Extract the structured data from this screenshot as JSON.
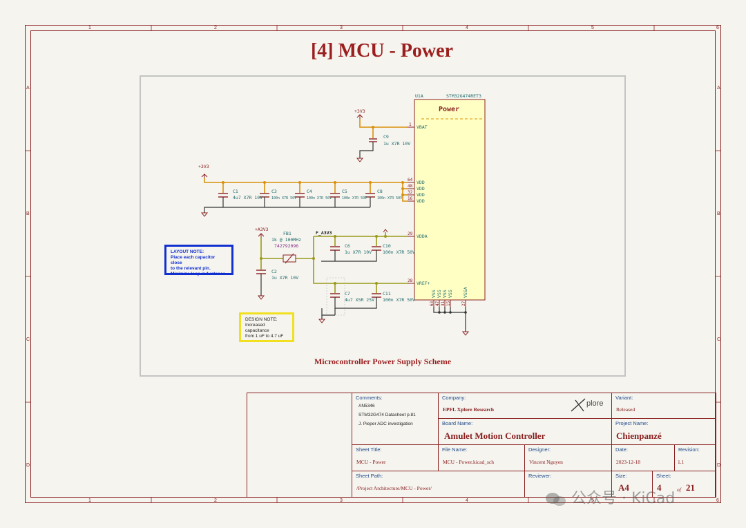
{
  "sheet": {
    "title": "[4] MCU - Power",
    "caption": "Microcontroller Power Supply Scheme",
    "zones": {
      "cols": [
        "1",
        "2",
        "3",
        "4",
        "5",
        "6"
      ],
      "rows": [
        "A",
        "B",
        "C",
        "D"
      ]
    }
  },
  "schematic": {
    "mcu": {
      "ref": "U1A",
      "part": "STM32G474RET3",
      "unit_name": "Power",
      "pins": [
        {
          "num": "1",
          "name": "VBAT"
        },
        {
          "num": "64",
          "name": "VDD"
        },
        {
          "num": "48",
          "name": "VDD"
        },
        {
          "num": "32",
          "name": "VDD"
        },
        {
          "num": "16",
          "name": "VDD"
        },
        {
          "num": "29",
          "name": "VDDA"
        },
        {
          "num": "28",
          "name": "VREF+"
        },
        {
          "num": "63",
          "name": "VSS"
        },
        {
          "num": "47",
          "name": "VSS"
        },
        {
          "num": "31",
          "name": "VSS"
        },
        {
          "num": "15",
          "name": "VSS"
        },
        {
          "num": "27",
          "name": "VSSA"
        }
      ]
    },
    "power_labels": {
      "v3v3_top": "+3V3",
      "v3v3_left": "+3V3",
      "a3v3": "+A3V3",
      "f_a3v3": "F_A3V3"
    },
    "ferrite": {
      "ref": "FB1",
      "value": "1k @ 100MHz",
      "mpn": "742792096"
    },
    "capacitors": {
      "c9": {
        "ref": "C9",
        "value": "1u X7R 10V"
      },
      "c1": {
        "ref": "C1",
        "value": "4u7 X7R 10V"
      },
      "c3": {
        "ref": "C3",
        "value": "100n X7R 50V"
      },
      "c4": {
        "ref": "C4",
        "value": "100n X7R 50V"
      },
      "c5": {
        "ref": "C5",
        "value": "100n X7R 50V"
      },
      "c8": {
        "ref": "C8",
        "value": "100n X7R 50V"
      },
      "c2": {
        "ref": "C2",
        "value": "1u X7R 10V"
      },
      "c6": {
        "ref": "C6",
        "value": "1u X7R 10V"
      },
      "c10": {
        "ref": "C10",
        "value": "100n X7R 50V"
      },
      "c7": {
        "ref": "C7",
        "value": "4u7 X5R 25V"
      },
      "c11": {
        "ref": "C11",
        "value": "100n X7R 50V"
      }
    }
  },
  "notes": {
    "layout": {
      "heading": "LAYOUT NOTE:",
      "lines": [
        "Place each capacitor close",
        "to the relevant pin.",
        "Minimize loop inductance."
      ]
    },
    "design": {
      "heading": "DESIGN NOTE:",
      "lines": [
        "Increased capacitance",
        "from 1 uF to 4.7 uF"
      ]
    }
  },
  "title_block": {
    "comments_label": "Comments:",
    "comments": [
      "AN5346",
      "STM32G474 Datasheet p.81",
      "J. Pieper ADC investigation"
    ],
    "company_label": "Company:",
    "company": "EPFL Xplore Research",
    "logo_text": "plore",
    "variant_label": "Variant:",
    "variant": "Released",
    "board_label": "Board Name:",
    "board": "Amulet Motion Controller",
    "project_label": "Project Name:",
    "project": "Chienpanzé",
    "sheet_title_label": "Sheet Title:",
    "sheet_title": "MCU - Power",
    "file_label": "File Name:",
    "file": "MCU - Power.kicad_sch",
    "designer_label": "Designer:",
    "designer": "Vincent Nguyen",
    "date_label": "Date:",
    "date": "2023-12-18",
    "revision_label": "Revision:",
    "revision": "1.1",
    "path_label": "Sheet Path:",
    "path": "/Project Architecture/MCU - Power/",
    "reviewer_label": "Reviewer:",
    "reviewer": "",
    "size_label": "Size:",
    "size": "A4",
    "sheet_label": "Sheet:",
    "sheet_num": "4",
    "of_label": "of",
    "sheet_total": "21"
  },
  "watermark": {
    "text": "公众号 · KiCad"
  },
  "colors": {
    "frame": "#8a2020",
    "wire_power": "#d9900a",
    "wire_analog": "#9a9a18",
    "wire_gnd": "#333333",
    "component": "#8a2020",
    "net_label": "#1f6a6a",
    "ic_fill": "#ffffc4"
  }
}
